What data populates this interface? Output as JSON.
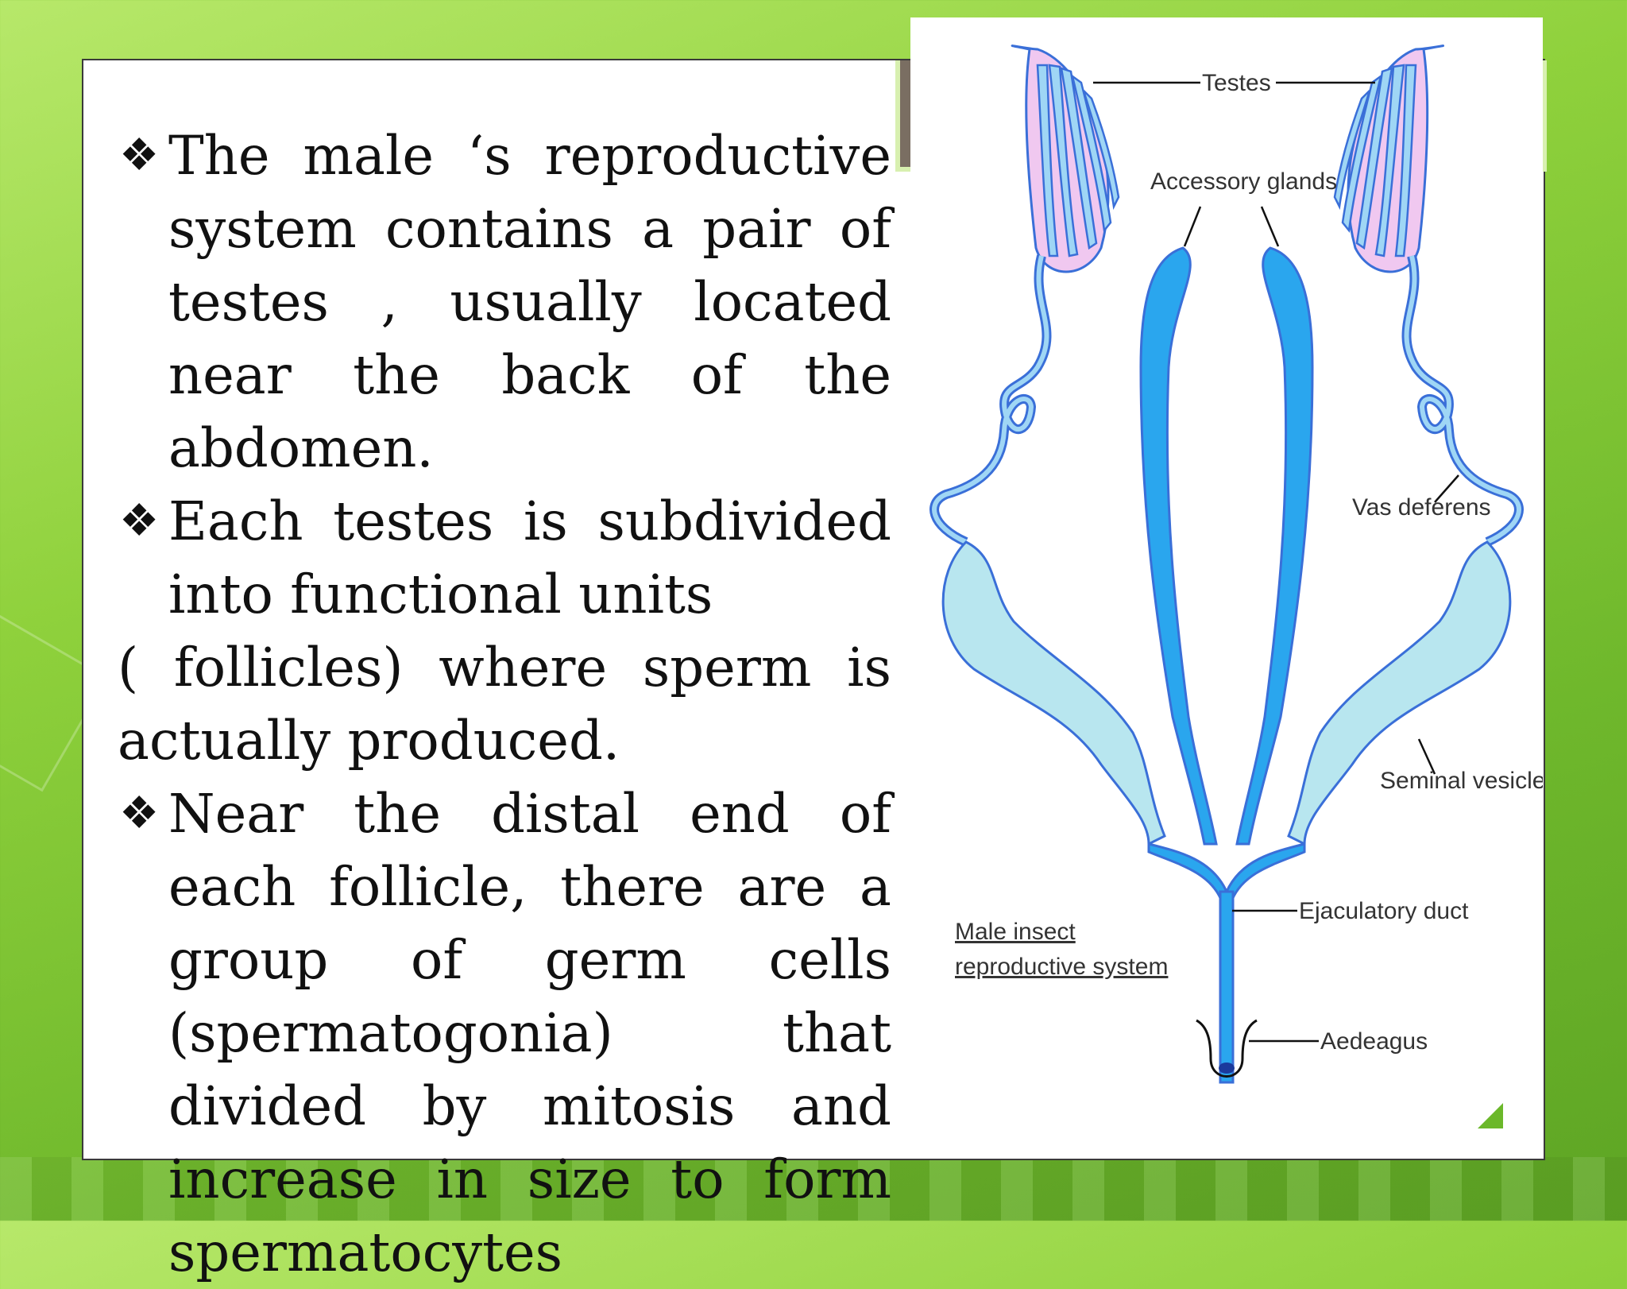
{
  "slide": {
    "bullets": [
      {
        "marker": "❖",
        "text": "The male ‘s reproductive system contains a pair of testes , usually located near the back of the abdomen."
      },
      {
        "marker": "❖",
        "text": "Each testes is subdivided into functional units"
      },
      {
        "marker": "",
        "text": "( follicles) where sperm is actually produced."
      },
      {
        "marker": "❖",
        "text": "Near the distal end of each follicle, there are a group of germ cells (spermatogonia) that divided by mitosis and increase in size to form spermatocytes"
      }
    ]
  },
  "diagram": {
    "labels": {
      "testes": "Testes",
      "accessory_glands": "Accessory glands",
      "vas_deferens": "Vas deferens",
      "seminal_vesicle": "Seminal vesicle",
      "ejaculatory_duct": "Ejaculatory duct",
      "aedeagus": "Aedeagus"
    },
    "caption_line1": "Male insect",
    "caption_line2": "reproductive system",
    "colors": {
      "testes_fill": "#f0c8f0",
      "follicle_fill": "#9fd6f5",
      "duct_stroke": "#3a6fd8",
      "accessory_fill": "#2aa6ee",
      "vesicle_fill": "#b8e6ef"
    }
  }
}
